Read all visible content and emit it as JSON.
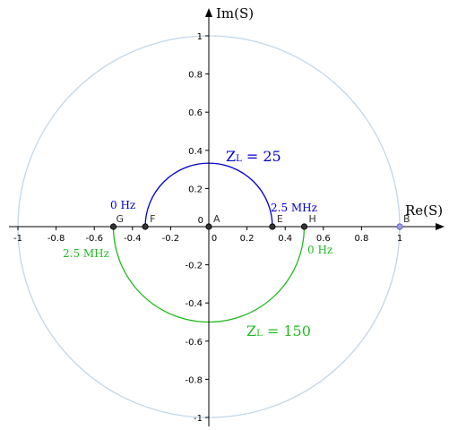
{
  "axes": {
    "x_title": "Re(S)",
    "y_title": "Im(S)",
    "x_ticks": [
      "-1",
      "-0.8",
      "-0.6",
      "-0.4",
      "-0.2",
      "0",
      "0.2",
      "0.4",
      "0.6",
      "0.8",
      "1"
    ],
    "x_tick_values": [
      -1,
      -0.8,
      -0.6,
      -0.4,
      -0.2,
      0,
      0.2,
      0.4,
      0.6,
      0.8,
      1
    ],
    "y_ticks": [
      "1",
      "0.8",
      "0.6",
      "0.4",
      "0.2",
      "0",
      "-0.2",
      "-0.4",
      "-0.6",
      "-0.8",
      "-1"
    ],
    "y_tick_values": [
      1,
      0.8,
      0.6,
      0.4,
      0.2,
      0,
      -0.2,
      -0.4,
      -0.6,
      -0.8,
      -1
    ]
  },
  "unit_circle": {
    "radius": 1,
    "color": "#c2d6e8"
  },
  "points": [
    {
      "label": "A",
      "x": 0,
      "y": 0,
      "color": "#333333"
    },
    {
      "label": "B",
      "x": 1,
      "y": 0,
      "color": "#7b7bd6"
    },
    {
      "label": "E",
      "x": 0.333,
      "y": 0,
      "color": "#333333"
    },
    {
      "label": "F",
      "x": -0.333,
      "y": 0,
      "color": "#333333"
    },
    {
      "label": "G",
      "x": -0.5,
      "y": 0,
      "color": "#333333"
    },
    {
      "label": "H",
      "x": 0.5,
      "y": 0,
      "color": "#333333"
    }
  ],
  "arcs": [
    {
      "name": "ZL = 25",
      "z_main": "Z",
      "z_sub": "L",
      "z_rest": " = 25",
      "radius": 0.333,
      "half": "upper",
      "color": "#0000cc",
      "start_label": "0 Hz",
      "end_label": "2.5 MHz"
    },
    {
      "name": "ZL = 150",
      "z_main": "Z",
      "z_sub": "L",
      "z_rest": " = 150",
      "radius": 0.5,
      "half": "lower",
      "color": "#22bb22",
      "start_label": "0 Hz",
      "end_label": "2.5 MHz"
    }
  ]
}
